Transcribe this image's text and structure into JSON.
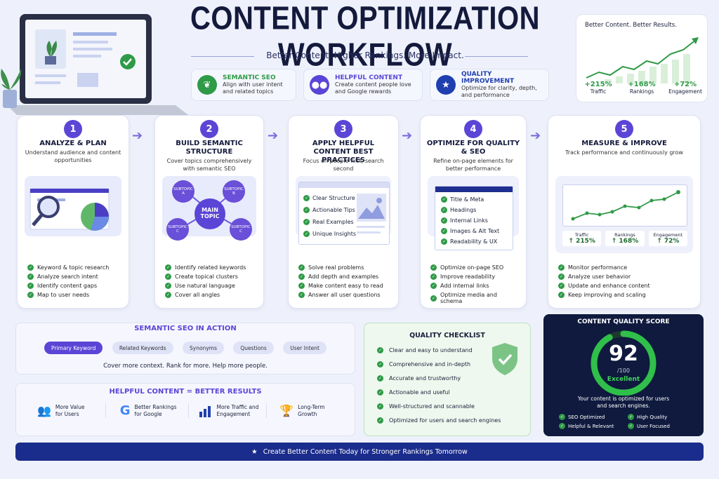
{
  "header": {
    "title": "CONTENT OPTIMIZATION WORKFLOW",
    "subtitle": "Better Content. Higher Rankings. More Impact."
  },
  "pillars": [
    {
      "title": "SEMANTIC SEO",
      "desc": "Align with user intent and related topics",
      "icon": "leaf-icon",
      "color": "#2f9a47"
    },
    {
      "title": "HELPFUL CONTENT",
      "desc": "Create content people love and Google rewards",
      "icon": "people-icon",
      "color": "#5b45d6"
    },
    {
      "title": "QUALITY IMPROVEMENT",
      "desc": "Optimize for clarity, depth, and performance",
      "icon": "star-icon",
      "color": "#1f3fb0"
    }
  ],
  "stats": {
    "heading": "Better Content. Better Results.",
    "items": [
      {
        "value": "+215%",
        "label": "Traffic"
      },
      {
        "value": "+168%",
        "label": "Rankings"
      },
      {
        "value": "+72%",
        "label": "Engagement"
      }
    ]
  },
  "steps": [
    {
      "num": "1",
      "title": "ANALYZE & PLAN",
      "desc": "Understand audience and content opportunities",
      "items": [
        "Keyword & topic research",
        "Analyze search intent",
        "Identify content gaps",
        "Map to user needs"
      ]
    },
    {
      "num": "2",
      "title": "BUILD SEMANTIC STRUCTURE",
      "desc": "Cover topics comprehensively with semantic SEO",
      "items": [
        "Identify related keywords",
        "Create topical clusters",
        "Use natural language",
        "Cover all angles"
      ],
      "diagram": {
        "center": "MAIN TOPIC",
        "a": "SUBTOPIC A",
        "b": "SUBTOPIC B",
        "c1": "SUBTOPIC C",
        "c2": "SUBTOPIC C"
      }
    },
    {
      "num": "3",
      "title": "APPLY HELPFUL CONTENT BEST PRACTICES",
      "desc": "Focus on people first, search second",
      "items": [
        "Solve real problems",
        "Add depth and examples",
        "Make content easy to read",
        "Answer all user questions"
      ],
      "checks": [
        "Clear Structure",
        "Actionable Tips",
        "Real Examples",
        "Unique Insights"
      ]
    },
    {
      "num": "4",
      "title": "OPTIMIZE FOR QUALITY & SEO",
      "desc": "Refine on-page elements for better performance",
      "items": [
        "Optimize on-page SEO",
        "Improve readability",
        "Add internal links",
        "Optimize media and schema"
      ],
      "checks": [
        "Title & Meta",
        "Headings",
        "Internal Links",
        "Images & Alt Text",
        "Readability & UX"
      ]
    },
    {
      "num": "5",
      "title": "MEASURE & IMPROVE",
      "desc": "Track performance and continuously grow",
      "items": [
        "Monitor performance",
        "Analyze user behavior",
        "Update and enhance content",
        "Keep improving and scaling"
      ],
      "metrics": [
        {
          "label": "Traffic",
          "value": "↑ 215%"
        },
        {
          "label": "Rankings",
          "value": "↑ 168%"
        },
        {
          "label": "Engagement",
          "value": "↑ 72%"
        }
      ]
    }
  ],
  "semantic": {
    "heading": "SEMANTIC SEO IN ACTION",
    "tags": [
      "Primary Keyword",
      "Related Keywords",
      "Synonyms",
      "Questions",
      "User Intent"
    ],
    "tagline": "Cover more context. Rank for more. Help more people."
  },
  "helpful": {
    "heading": "HELPFUL CONTENT = BETTER RESULTS",
    "items": [
      {
        "label": "More Value for Users",
        "icon": "users-icon"
      },
      {
        "label": "Better Rankings for Google",
        "icon": "google-icon"
      },
      {
        "label": "More Traffic and Engagement",
        "icon": "bar-chart-icon"
      },
      {
        "label": "Long-Term Growth",
        "icon": "trophy-icon"
      }
    ]
  },
  "checklist": {
    "heading": "QUALITY CHECKLIST",
    "items": [
      "Clear and easy to understand",
      "Comprehensive and in-depth",
      "Accurate and trustworthy",
      "Actionable and useful",
      "Well-structured and scannable",
      "Optimized for users and search engines"
    ]
  },
  "score": {
    "heading": "CONTENT QUALITY SCORE",
    "value": "92",
    "max": "/100",
    "rating": "Excellent",
    "fraction": 0.92,
    "desc": "Your content is optimized for users and search engines.",
    "badges": [
      "SEO Optimized",
      "High Quality",
      "Helpful & Relevant",
      "User Focused"
    ]
  },
  "footer": {
    "text": "Create Better Content Today for Stronger Rankings Tomorrow"
  },
  "colors": {
    "accent": "#5b45d6",
    "green": "#2f9a47",
    "navy": "#1a2c8c"
  }
}
